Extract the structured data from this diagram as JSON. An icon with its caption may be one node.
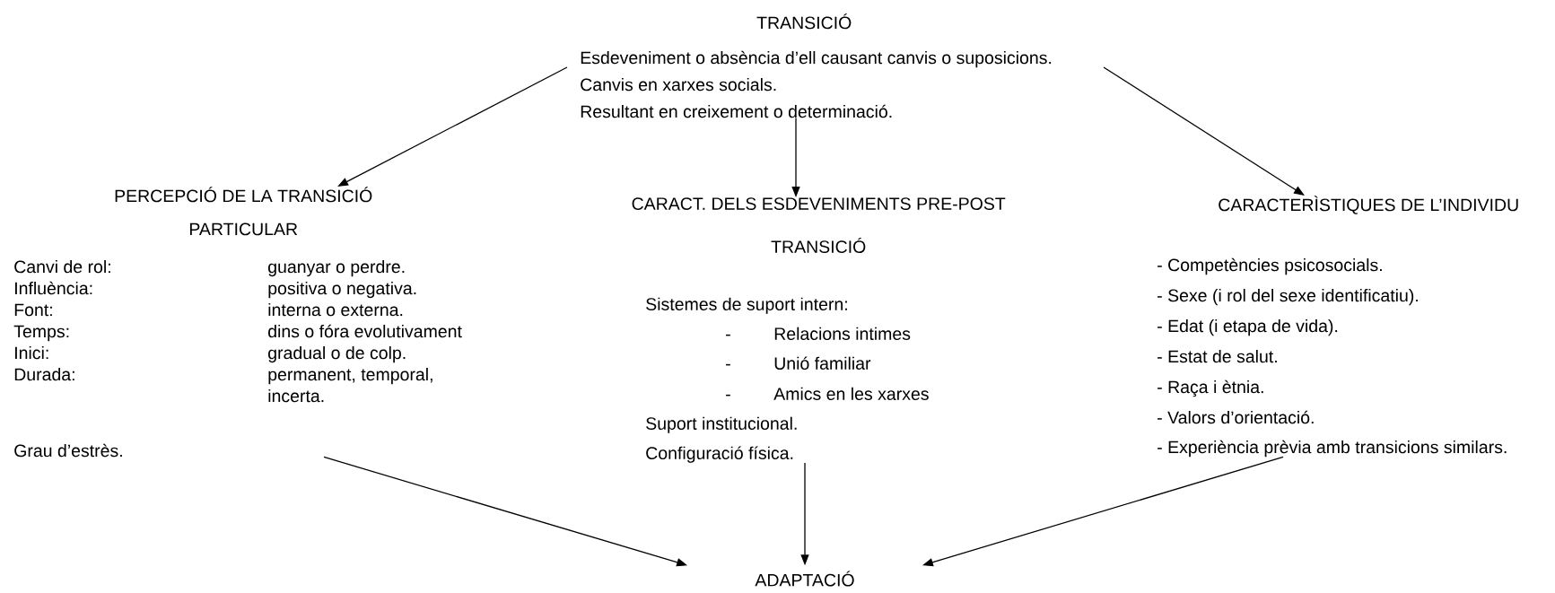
{
  "diagram": {
    "nodes": [
      {
        "text": [
          "TRANSICIÓ",
          "Esdeveniment o absència d’ell causant canvis o suposicions.",
          "Canvis en xarxes socials.",
          "Resultant en creixement o determinació."
        ]
      },
      {
        "text": [
          "PERCEPCIÓ DE LA TRANSICIÓ PARTICULAR",
          "Canvi de rol:",
          "guanyar o perdre.",
          "Influència:",
          "positiva o negativa.",
          "Font:",
          "interna o externa.",
          "Temps:",
          "dins o fóra evolutivament",
          "Inici:",
          "gradual o de colp.",
          "Durada:",
          "permanent, temporal, incerta.",
          "Grau d’estrès."
        ]
      },
      {
        "text": [
          "CARACT. DELS ESDEVENIMENTS PRE-POST TRANSICIÓ",
          "Sistemes de suport intern:",
          "-",
          "Relacions intimes",
          "-",
          "Unió familiar",
          "-",
          "Amics en les xarxes",
          "Suport institucional.",
          "Configuració física."
        ]
      },
      {
        "text": [
          "CARACTERÌSTIQUES DE L’INDIVIDU",
          "- Competències psicosocials.",
          "- Sexe (i rol del sexe identificatiu).",
          "- Edat (i etapa de vida).",
          "- Estat de salut.",
          "- Raça i ètnia.",
          "- Valors d’orientació.",
          "- Experiència prèvia amb transicions similars."
        ]
      },
      {
        "text": [
          "ADAPTACIÓ"
        ]
      }
    ],
    "edges": [
      {
        "from": 0,
        "to": 1,
        "arrow": "to"
      },
      {
        "from": 0,
        "to": 2,
        "arrow": "to"
      },
      {
        "from": 0,
        "to": 3,
        "arrow": "to"
      },
      {
        "from": 1,
        "to": 4,
        "arrow": "to"
      },
      {
        "from": 2,
        "to": 4,
        "arrow": "to"
      },
      {
        "from": 3,
        "to": 4,
        "arrow": "to"
      }
    ]
  }
}
